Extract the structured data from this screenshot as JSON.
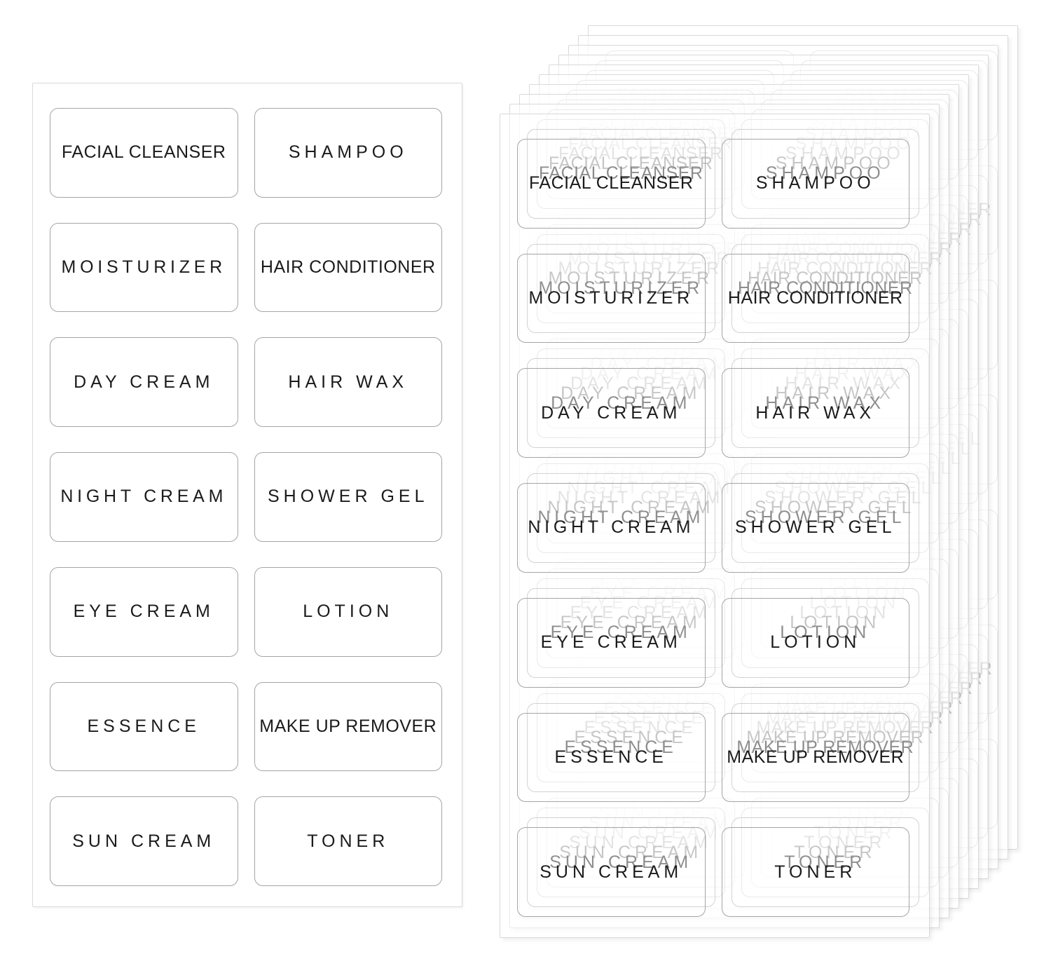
{
  "colors": {
    "background": "#ffffff",
    "sheet_border": "#d9d9d9",
    "label_border": "#a5a5a5",
    "label_text": "#1b1b1b"
  },
  "label_rows": [
    [
      "FACIAL CLEANSER",
      "SHAMPOO"
    ],
    [
      "MOISTURIZER",
      "HAIR CONDITIONER"
    ],
    [
      "DAY CREAM",
      "HAIR WAX"
    ],
    [
      "NIGHT CREAM",
      "SHOWER GEL"
    ],
    [
      "EYE CREAM",
      "LOTION"
    ],
    [
      "ESSENCE",
      "MAKE UP REMOVER"
    ],
    [
      "SUN CREAM",
      "TONER"
    ]
  ],
  "stack": {
    "sheet_count": 10
  }
}
